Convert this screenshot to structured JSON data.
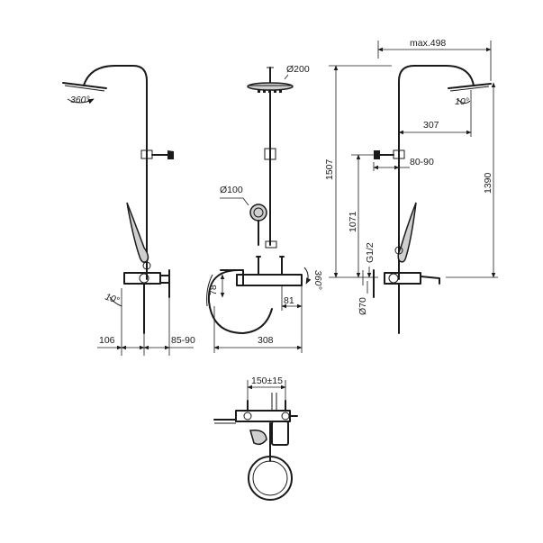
{
  "drawing": {
    "labels": {
      "rotate_left": "360°",
      "diameter_head": "Ø200",
      "diameter_hand": "Ø100",
      "rotate_center": "360°",
      "tilt_left": "10°",
      "dim_78": "78",
      "dim_81": "81",
      "dim_106": "106",
      "dim_85_90_left": "85-90",
      "dim_308": "308",
      "max_498": "max.498",
      "tilt_right": "10°",
      "dim_307": "307",
      "dim_80_90": "80-90",
      "dim_1507": "1507",
      "dim_1390": "1390",
      "dim_1071": "1071",
      "thread": "G1/2",
      "diameter_70": "Ø70",
      "dim_150_15": "150±15"
    }
  }
}
